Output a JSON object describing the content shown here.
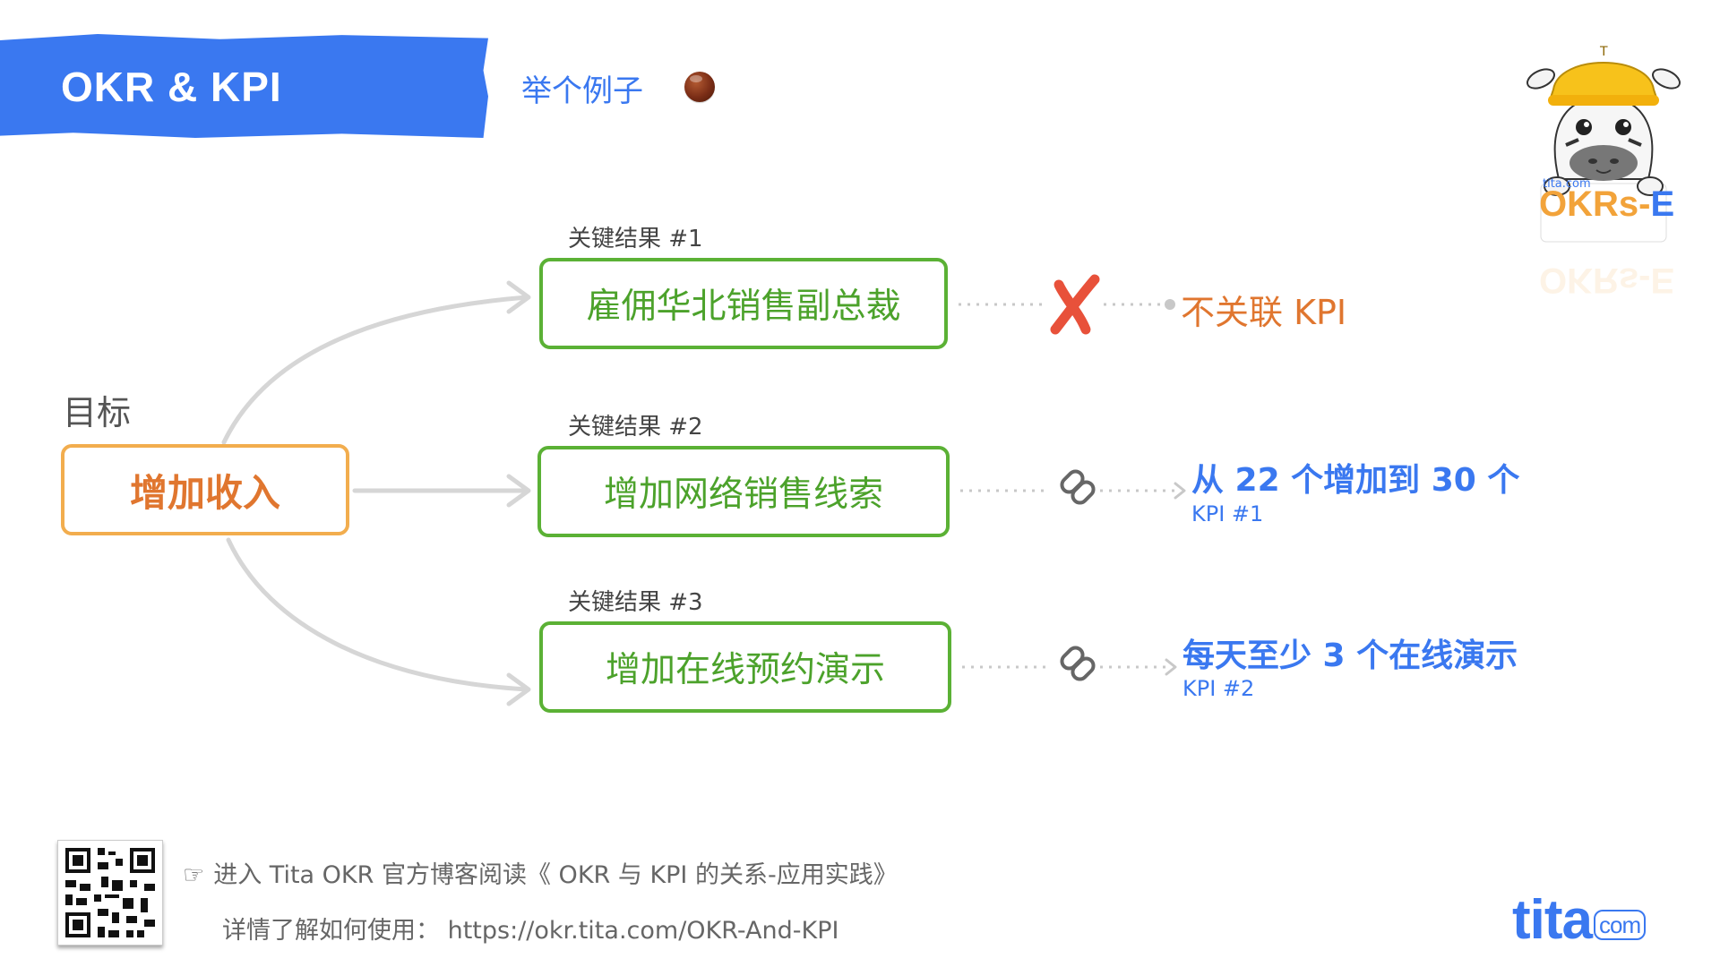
{
  "header": {
    "title": "OKR & KPI",
    "example_label": "举个例子"
  },
  "objective": {
    "caption": "目标",
    "label": "增加收入"
  },
  "key_results": [
    {
      "caption": "关键结果 #1",
      "label": "雇佣华北销售副总裁",
      "status": "unlinked",
      "kpi_text": "不关联 KPI",
      "kpi_id": ""
    },
    {
      "caption": "关键结果 #2",
      "label": "增加网络销售线索",
      "status": "linked",
      "kpi_text": "从 22 个增加到 30 个",
      "kpi_id": "KPI #1"
    },
    {
      "caption": "关键结果 #3",
      "label": "增加在线预约演示",
      "status": "linked",
      "kpi_text": "每天至少 3 个在线演示",
      "kpi_id": "KPI #2"
    }
  ],
  "icons": {
    "unlinked": "cross-mark-icon",
    "linked": "link-icon",
    "example": "chestnut-icon",
    "footer": "pointing-hand-icon"
  },
  "footer": {
    "line1": "进入 Tita OKR 官方博客阅读《 OKR 与 KPI  的关系-应用实践》",
    "line2": "详情了解如何使用：  https://okr.tita.com/OKR-And-KPI"
  },
  "brand": {
    "logo_main": "tita",
    "logo_suffix": "com",
    "mascot_small": "tita.com",
    "mascot_label": "OKRs-",
    "mascot_label_suffix": "E",
    "mascot_helmet_letter": "T"
  },
  "colors": {
    "primary_blue": "#3a78f0",
    "objective_orange": "#f2ad4e",
    "objective_text": "#e0762f",
    "kr_green": "#5bb135",
    "cross_red": "#e8513a"
  }
}
